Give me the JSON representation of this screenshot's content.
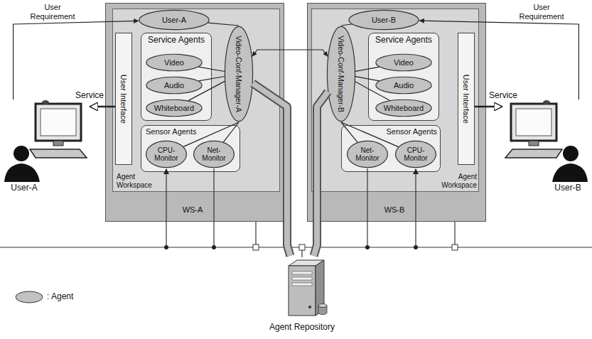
{
  "diagram": {
    "nodes": [
      {
        "text": [
          "WS-A"
        ]
      },
      {
        "text": [
          "Agent Workspace"
        ],
        "in": 0
      },
      {
        "text": [
          "User-A"
        ],
        "in": 1
      },
      {
        "text": [
          "Service Agents"
        ],
        "in": 1
      },
      {
        "text": [
          "Video"
        ],
        "in": 3
      },
      {
        "text": [
          "Audio"
        ],
        "in": 3
      },
      {
        "text": [
          "Whiteboard"
        ],
        "in": 3
      },
      {
        "text": [
          "Video-Conf-Manager-A"
        ],
        "in": 1
      },
      {
        "text": [
          "Sensor Agents"
        ],
        "in": 1
      },
      {
        "text": [
          "CPU-Monitor"
        ],
        "in": 8
      },
      {
        "text": [
          "Net-Monitor"
        ],
        "in": 8
      },
      {
        "text": [
          "User Interface"
        ],
        "in": 1
      },
      {
        "text": [
          "WS-B"
        ]
      },
      {
        "text": [
          "Agent Workspace"
        ],
        "in": 12
      },
      {
        "text": [
          "User-B"
        ],
        "in": 13
      },
      {
        "text": [
          "Service Agents"
        ],
        "in": 13
      },
      {
        "text": [
          "Video"
        ],
        "in": 15
      },
      {
        "text": [
          "Audio"
        ],
        "in": 15
      },
      {
        "text": [
          "Whiteboard"
        ],
        "in": 15
      },
      {
        "text": [
          "Video-Conf-Manager-B"
        ],
        "in": 13
      },
      {
        "text": [
          "Sensor Agents"
        ],
        "in": 13
      },
      {
        "text": [
          "Net-Monitor"
        ],
        "in": 20
      },
      {
        "text": [
          "CPU-Monitor"
        ],
        "in": 20
      },
      {
        "text": [
          "User Interface"
        ],
        "in": 13
      },
      {
        "text": [
          "User-A"
        ]
      },
      {
        "text": [
          "User-B"
        ]
      },
      {
        "text": [
          "Agent Repository"
        ]
      }
    ],
    "edges": [
      {
        "from": 7,
        "to": 2,
        "arrow": "none"
      },
      {
        "from": 7,
        "to": 4,
        "arrow": "none"
      },
      {
        "from": 7,
        "to": 5,
        "arrow": "none"
      },
      {
        "from": 7,
        "to": 6,
        "arrow": "none"
      },
      {
        "from": 7,
        "to": 9,
        "arrow": "none"
      },
      {
        "from": 7,
        "to": 10,
        "arrow": "none"
      },
      {
        "from": 7,
        "to": 19,
        "arrow": "both"
      },
      {
        "from": 19,
        "to": 14,
        "arrow": "none"
      },
      {
        "from": 19,
        "to": 16,
        "arrow": "none"
      },
      {
        "from": 19,
        "to": 17,
        "arrow": "none"
      },
      {
        "from": 19,
        "to": 18,
        "arrow": "none"
      },
      {
        "from": 19,
        "to": 21,
        "arrow": "none"
      },
      {
        "from": 19,
        "to": 22,
        "arrow": "none"
      },
      {
        "from": 11,
        "to": 24,
        "label": "Service",
        "arrow": "to"
      },
      {
        "from": 23,
        "to": 25,
        "label": "Service",
        "arrow": "to"
      },
      {
        "from": 24,
        "to": 2,
        "label": "User Requirement",
        "arrow": "to"
      },
      {
        "from": 25,
        "to": 14,
        "label": "User Requirement",
        "arrow": "to"
      },
      {
        "from": 7,
        "to": 26,
        "arrow": "none"
      },
      {
        "from": 19,
        "to": 26,
        "arrow": "none"
      }
    ],
    "legend": [
      {
        "text": ": Agent"
      }
    ]
  }
}
